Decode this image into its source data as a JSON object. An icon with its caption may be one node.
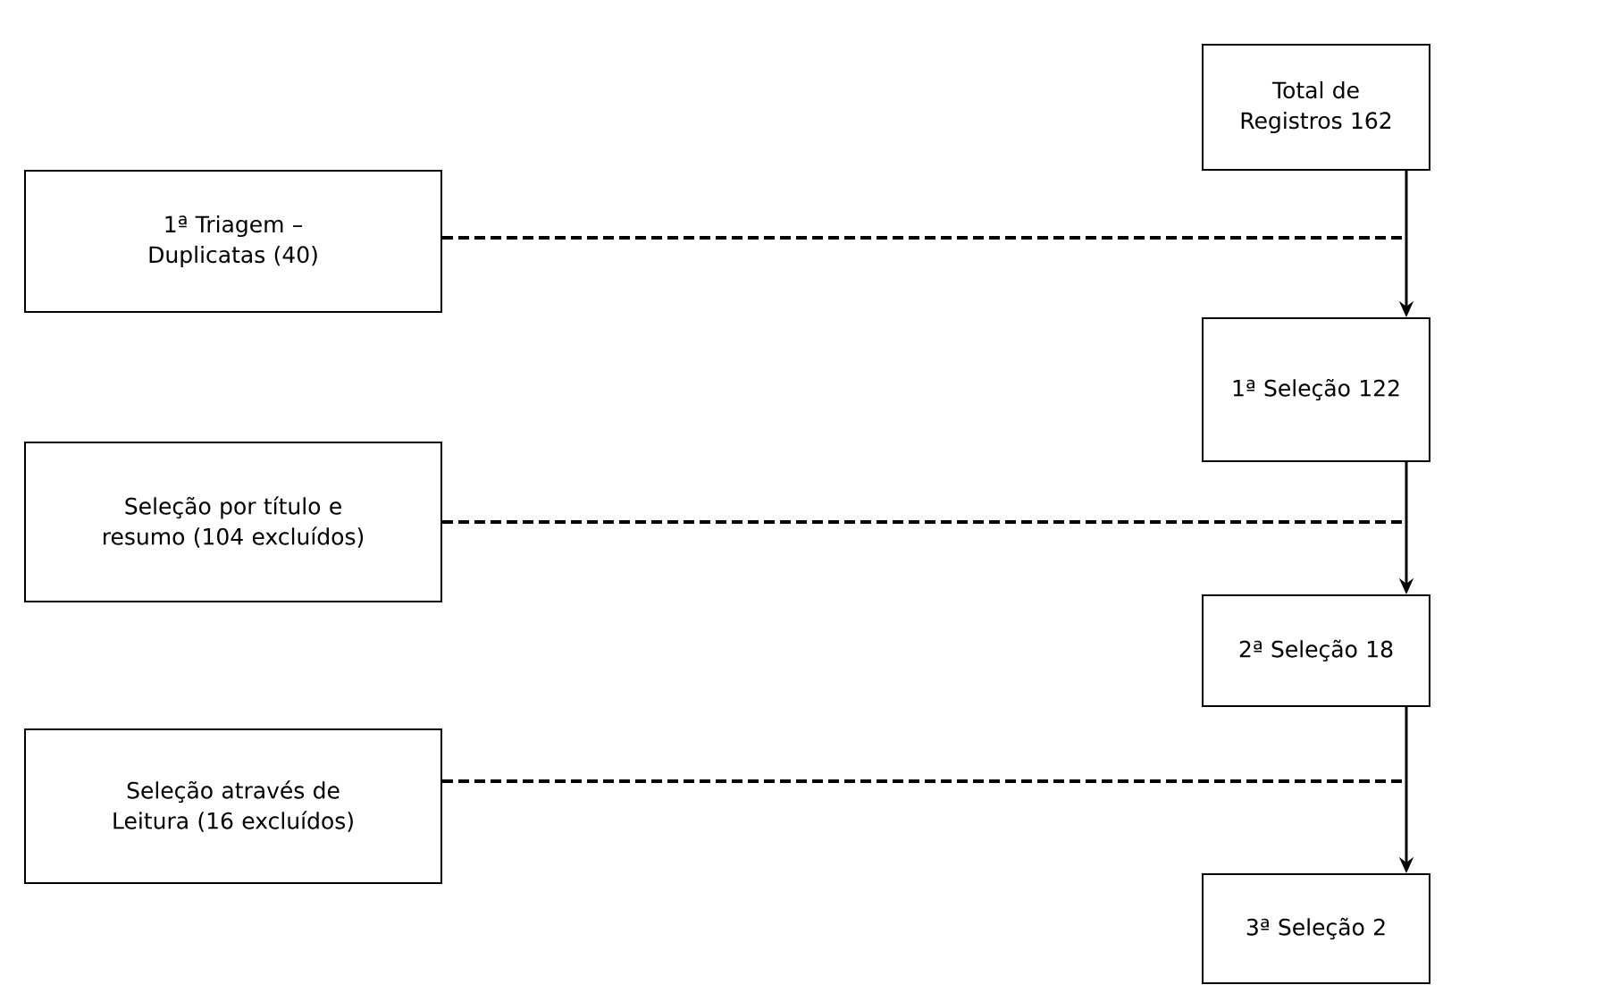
{
  "diagram": {
    "nodes": [
      {
        "text": [
          "Total de Registros 162"
        ]
      },
      {
        "text": [
          "1ª Triagem – Duplicatas (40)"
        ]
      },
      {
        "text": [
          "1ª Seleção 122"
        ]
      },
      {
        "text": [
          "Seleção por título e resumo (104 excluídos)"
        ]
      },
      {
        "text": [
          "2ª Seleção 18"
        ]
      },
      {
        "text": [
          "Seleção através de Leitura (16 excluídos)"
        ]
      },
      {
        "text": [
          "3ª Seleção 2"
        ]
      }
    ],
    "edges": [
      {
        "from": 0,
        "to": 2,
        "arrow": "to"
      },
      {
        "from": 2,
        "to": 4,
        "arrow": "to"
      },
      {
        "from": 4,
        "to": 6,
        "arrow": "to"
      },
      {
        "from": 1,
        "to": null,
        "arrow": "none",
        "style": "dashed"
      },
      {
        "from": 3,
        "to": null,
        "arrow": "none",
        "style": "dashed"
      },
      {
        "from": 5,
        "to": null,
        "arrow": "none",
        "style": "dashed"
      }
    ]
  }
}
